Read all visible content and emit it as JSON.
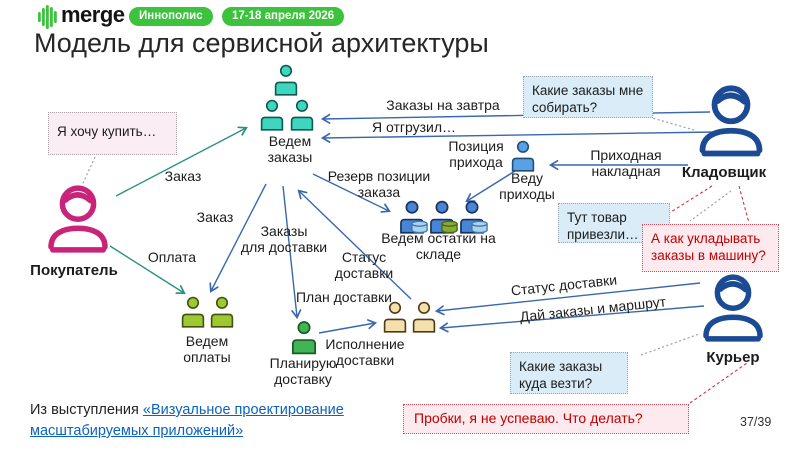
{
  "header": {
    "brand": "merge",
    "badge_location": "Иннополис",
    "badge_date": "17-18 апреля 2026",
    "title": "Модель для сервисной архитектуры"
  },
  "actors": {
    "buyer": "Покупатель",
    "storekeeper": "Кладовщик",
    "courier": "Курьер"
  },
  "services": {
    "orders": "Ведем заказы",
    "payments": "Ведем оплаты",
    "stock": "Ведем остатки на складе",
    "receipts": "Веду приходы",
    "planning": "Планирую доставку",
    "execution": "Исполнение доставки"
  },
  "edges": {
    "order_create": "Заказ",
    "order_to_payment": "Заказ",
    "payment": "Оплата",
    "orders_tomorrow": "Заказы на завтра",
    "shipped": "Я отгрузил…",
    "reserve": "Резерв позиции заказа",
    "receipt_position": "Позиция прихода",
    "receipt_invoice": "Приходная накладная",
    "orders_for_delivery": "Заказы\nдля доставки",
    "status_to_orders": "Статус доставки",
    "delivery_plan": "План доставки",
    "status_from_courier": "Статус доставки",
    "give_orders_route": "Дай заказы и маршрут"
  },
  "bubbles": {
    "want_to_buy": "Я хочу купить…",
    "which_orders_collect": "Какие заказы мне собирать?",
    "goods_arrived": "Тут товар привезли…",
    "how_to_load": "А как укладывать заказы в машину?",
    "which_orders_where": "Какие заказы куда везти?",
    "traffic_jams": "Пробки, я не успеваю. Что делать?"
  },
  "footer": {
    "attribution_prefix": "Из выступления ",
    "attribution_link": "«Визуальное проектирование масштабируемых приложений»",
    "page_number": "37/39"
  },
  "colors": {
    "brand_green": "#3cc23c",
    "teal_service": "#3fd6c0",
    "yellow_green_service": "#9cc832",
    "blue_service": "#4a84d6",
    "light_blue_service": "#5aa0e4",
    "planning_green": "#41b454",
    "tan_service": "#f5dfad",
    "actor_navy": "#1b4b94",
    "buyer_magenta": "#c9247a",
    "arrow_blue": "#3a67ae",
    "arrow_teal": "#2a9181",
    "bubble_blue_bg": "#d9ecf7",
    "bubble_pink_bg": "#fbedf4",
    "alert_red": "#c00000",
    "link_blue": "#0a62c2"
  }
}
